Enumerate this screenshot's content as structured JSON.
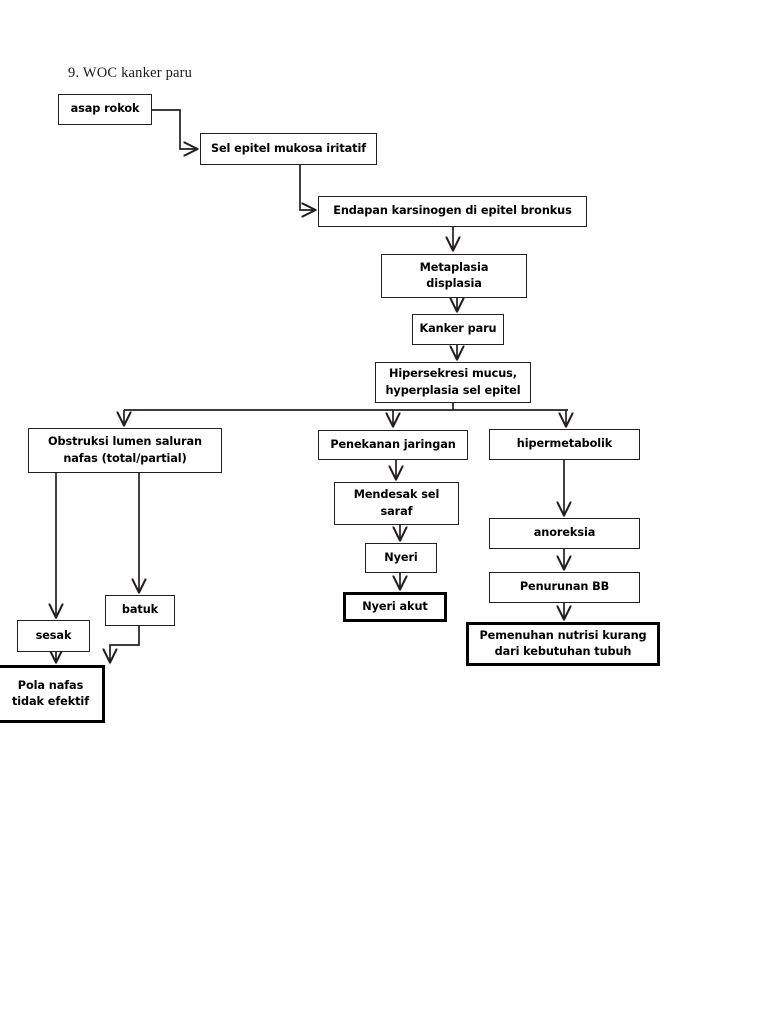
{
  "document": {
    "title": "9. WOC kanker paru",
    "type": "flowchart",
    "subject": "WOC (Web of Caution) kanker paru",
    "page_background": "#ffffff",
    "line_color": "#231f20",
    "text_color": "#000000",
    "emphasis_border_color": "#000000"
  },
  "nodes": [
    {
      "id": "asap-rokok",
      "label": "asap rokok",
      "lines": [
        "asap rokok"
      ],
      "emphasis": false
    },
    {
      "id": "sel-epitel",
      "label": "Sel epitel mukosa iritatif",
      "lines": [
        "Sel epitel mukosa iritatif"
      ],
      "emphasis": false
    },
    {
      "id": "endapan-karsinogen",
      "label": "Endapan karsinogen di epitel bronkus",
      "lines": [
        "Endapan karsinogen di epitel bronkus"
      ],
      "emphasis": false
    },
    {
      "id": "metaplasia",
      "label": "Metaplasia displasia",
      "lines": [
        "Metaplasia",
        "displasia"
      ],
      "emphasis": false
    },
    {
      "id": "kanker-paru",
      "label": "Kanker paru",
      "lines": [
        "Kanker paru"
      ],
      "emphasis": false
    },
    {
      "id": "hipersekresi",
      "label": "Hipersekresi mucus, hyperplasia sel epitel",
      "lines": [
        "Hipersekresi mucus,",
        "hyperplasia sel epitel"
      ],
      "emphasis": false
    },
    {
      "id": "obstruksi",
      "label": "Obstruksi lumen saluran nafas (total/partial)",
      "lines": [
        "Obstruksi lumen saluran",
        "nafas (total/partial)"
      ],
      "emphasis": false
    },
    {
      "id": "penekanan-jaringan",
      "label": "Penekanan jaringan",
      "lines": [
        "Penekanan jaringan"
      ],
      "emphasis": false
    },
    {
      "id": "hipermetabolik",
      "label": "hipermetabolik",
      "lines": [
        "hipermetabolik"
      ],
      "emphasis": false
    },
    {
      "id": "mendesak-sel-saraf",
      "label": "Mendesak sel saraf",
      "lines": [
        "Mendesak sel",
        "saraf"
      ],
      "emphasis": false
    },
    {
      "id": "anoreksia",
      "label": "anoreksia",
      "lines": [
        "anoreksia"
      ],
      "emphasis": false
    },
    {
      "id": "nyeri",
      "label": "Nyeri",
      "lines": [
        "Nyeri"
      ],
      "emphasis": false
    },
    {
      "id": "penurunan-bb",
      "label": "Penurunan BB",
      "lines": [
        "Penurunan BB"
      ],
      "emphasis": false
    },
    {
      "id": "batuk",
      "label": "batuk",
      "lines": [
        "batuk"
      ],
      "emphasis": false
    },
    {
      "id": "sesak",
      "label": "sesak",
      "lines": [
        "sesak"
      ],
      "emphasis": false
    },
    {
      "id": "nyeri-akut",
      "label": "Nyeri akut",
      "lines": [
        "Nyeri akut"
      ],
      "emphasis": true
    },
    {
      "id": "pemenuhan-nutrisi",
      "label": "Pemenuhan nutrisi kurang dari kebutuhan tubuh",
      "lines": [
        "Pemenuhan nutrisi kurang",
        "dari kebutuhan tubuh"
      ],
      "emphasis": true
    },
    {
      "id": "pola-nafas",
      "label": "Pola nafas tidak efektif",
      "lines": [
        "Pola nafas",
        "tidak efektif"
      ],
      "emphasis": true
    }
  ],
  "edges": [
    {
      "from": "asap-rokok",
      "to": "sel-epitel",
      "style": "elbow"
    },
    {
      "from": "sel-epitel",
      "to": "endapan-karsinogen",
      "style": "elbow"
    },
    {
      "from": "endapan-karsinogen",
      "to": "metaplasia",
      "style": "straight"
    },
    {
      "from": "metaplasia",
      "to": "kanker-paru",
      "style": "straight"
    },
    {
      "from": "kanker-paru",
      "to": "hipersekresi",
      "style": "straight"
    },
    {
      "from": "hipersekresi",
      "to": "obstruksi",
      "style": "branch"
    },
    {
      "from": "hipersekresi",
      "to": "penekanan-jaringan",
      "style": "branch"
    },
    {
      "from": "hipersekresi",
      "to": "hipermetabolik",
      "style": "branch"
    },
    {
      "from": "obstruksi",
      "to": "sesak",
      "style": "straight"
    },
    {
      "from": "obstruksi",
      "to": "batuk",
      "style": "straight"
    },
    {
      "from": "sesak",
      "to": "pola-nafas",
      "style": "straight"
    },
    {
      "from": "batuk",
      "to": "pola-nafas",
      "style": "elbow"
    },
    {
      "from": "penekanan-jaringan",
      "to": "mendesak-sel-saraf",
      "style": "straight"
    },
    {
      "from": "mendesak-sel-saraf",
      "to": "nyeri",
      "style": "straight"
    },
    {
      "from": "nyeri",
      "to": "nyeri-akut",
      "style": "straight"
    },
    {
      "from": "hipermetabolik",
      "to": "anoreksia",
      "style": "straight"
    },
    {
      "from": "anoreksia",
      "to": "penurunan-bb",
      "style": "straight"
    },
    {
      "from": "penurunan-bb",
      "to": "pemenuhan-nutrisi",
      "style": "straight"
    }
  ]
}
